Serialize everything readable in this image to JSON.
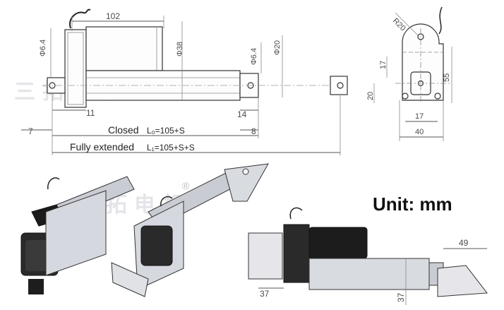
{
  "dimensions": {
    "top_length": "102",
    "left_hole_dia": "Φ6.4",
    "body_dia": "Φ38",
    "rod_hole_dia": "Φ6.4",
    "rod_dia": "Φ20",
    "mount_offset": "11",
    "rod_end": "14",
    "left_small": "7",
    "rod_small": "8",
    "side_radius": "R20",
    "side_17a": "17",
    "side_20": "20",
    "side_55": "55",
    "side_17b": "17",
    "side_40": "40",
    "bracket_37_left": "37",
    "bracket_37_bottom": "37",
    "bracket_49": "49"
  },
  "lengths": {
    "closed_label": "Closed",
    "closed_formula": "L₀=105+S",
    "extended_label": "Fully extended",
    "extended_formula": "L₁=105+S+S"
  },
  "unit_text": "Unit: mm",
  "watermark": {
    "text": "三拓电机",
    "mark": "®"
  }
}
